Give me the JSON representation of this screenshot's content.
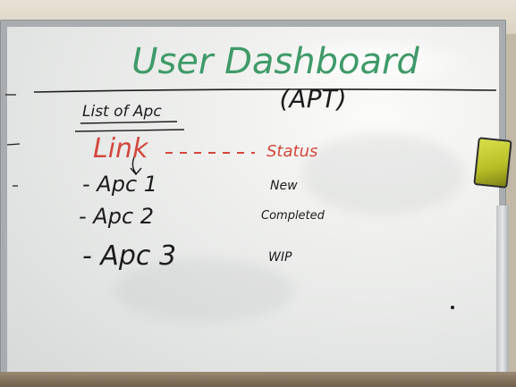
{
  "whiteboard": {
    "title": "User Dashboard",
    "subtitle": "(APT)",
    "section_heading": "List of Apc",
    "column_link": "Link",
    "column_status": "Status",
    "rows": [
      {
        "item": "- Apc 1",
        "status": "New"
      },
      {
        "item": "- Apc 2",
        "status": "Completed"
      },
      {
        "item": "- Apc 3",
        "status": "WIP"
      }
    ]
  },
  "colors": {
    "title_ink": "#3f9a6a",
    "black_ink": "#1c1c1c",
    "red_ink": "#d2473e",
    "board": "#e9eae8",
    "frame": "#a9adb0",
    "eraser": "#c8d030"
  }
}
